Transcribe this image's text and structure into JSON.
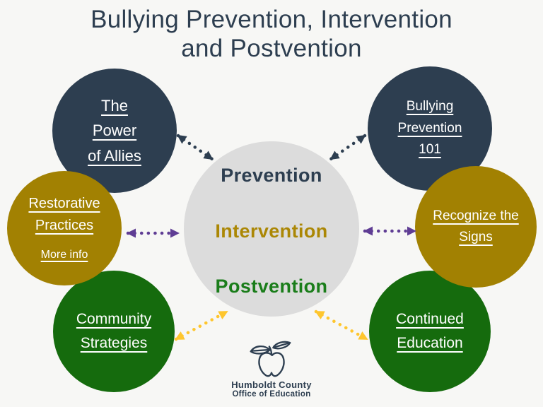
{
  "title": {
    "line1": "Bullying Prevention, Intervention",
    "line2": "and Postvention"
  },
  "center_circle": {
    "labels": [
      {
        "text": "Prevention",
        "color": "#2d3e50"
      },
      {
        "text": "Intervention",
        "color": "#ab8705"
      },
      {
        "text": "Postvention",
        "color": "#1a7d1a"
      }
    ]
  },
  "satellite_circles": [
    {
      "id": "the-power-of-allies",
      "color": "#2d3e50",
      "lines": [
        "The",
        "Power",
        "of Allies"
      ]
    },
    {
      "id": "bullying-prevention-101",
      "color": "#2d3e50",
      "lines": [
        "Bullying",
        "Prevention",
        "101"
      ]
    },
    {
      "id": "restorative-practices",
      "color": "#a28102",
      "lines": [
        "Restorative",
        "Practices"
      ],
      "sublabel": "More info"
    },
    {
      "id": "recognize-the-signs",
      "color": "#a28102",
      "lines": [
        "Recognize the",
        "Signs"
      ]
    },
    {
      "id": "community-strategies",
      "color": "#156b0d",
      "lines": [
        "Community",
        "Strategies"
      ]
    },
    {
      "id": "continued-education",
      "color": "#156b0d",
      "lines": [
        "Continued",
        "Education"
      ]
    }
  ],
  "connectors": [
    {
      "from": "the-power-of-allies",
      "to": "center",
      "color": "#2d3e50",
      "style": "dotted-double-arrow"
    },
    {
      "from": "bullying-prevention-101",
      "to": "center",
      "color": "#2d3e50",
      "style": "dotted-double-arrow"
    },
    {
      "from": "restorative-practices",
      "to": "center",
      "color": "#5f3d94",
      "style": "dotted-double-arrow"
    },
    {
      "from": "recognize-the-signs",
      "to": "center",
      "color": "#5f3d94",
      "style": "dotted-double-arrow"
    },
    {
      "from": "community-strategies",
      "to": "center",
      "color": "#fec62e",
      "style": "dotted-double-arrow"
    },
    {
      "from": "continued-education",
      "to": "center",
      "color": "#fec62e",
      "style": "dotted-double-arrow"
    }
  ],
  "footer_logo": {
    "icon": "apple-with-leaves-icon",
    "org_name": "Humboldt County",
    "org_dept": "Office of Education"
  },
  "colors": {
    "navy": "#2d3e50",
    "gold": "#a28102",
    "green": "#156b0d",
    "gray": "#dcdcdc",
    "purple": "#5f3d94",
    "yellow": "#fec62e",
    "bg": "#f7f7f5",
    "gold_text": "#ab8705",
    "green_text": "#1a7d1a"
  }
}
